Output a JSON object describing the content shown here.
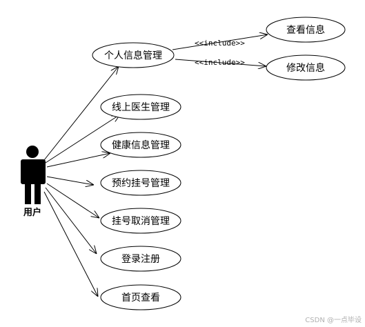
{
  "actor": {
    "label": "用户"
  },
  "use_cases": [
    {
      "id": "personal",
      "label": "个人信息管理"
    },
    {
      "id": "view",
      "label": "查看信息"
    },
    {
      "id": "edit",
      "label": "修改信息"
    },
    {
      "id": "doctor",
      "label": "线上医生管理"
    },
    {
      "id": "health",
      "label": "健康信息管理"
    },
    {
      "id": "booking",
      "label": "预约挂号管理"
    },
    {
      "id": "cancel",
      "label": "挂号取消管理"
    },
    {
      "id": "login",
      "label": "登录注册"
    },
    {
      "id": "home",
      "label": "首页查看"
    }
  ],
  "relations": {
    "include_label": "<<include>>"
  },
  "watermark": "CSDN @一点毕设"
}
